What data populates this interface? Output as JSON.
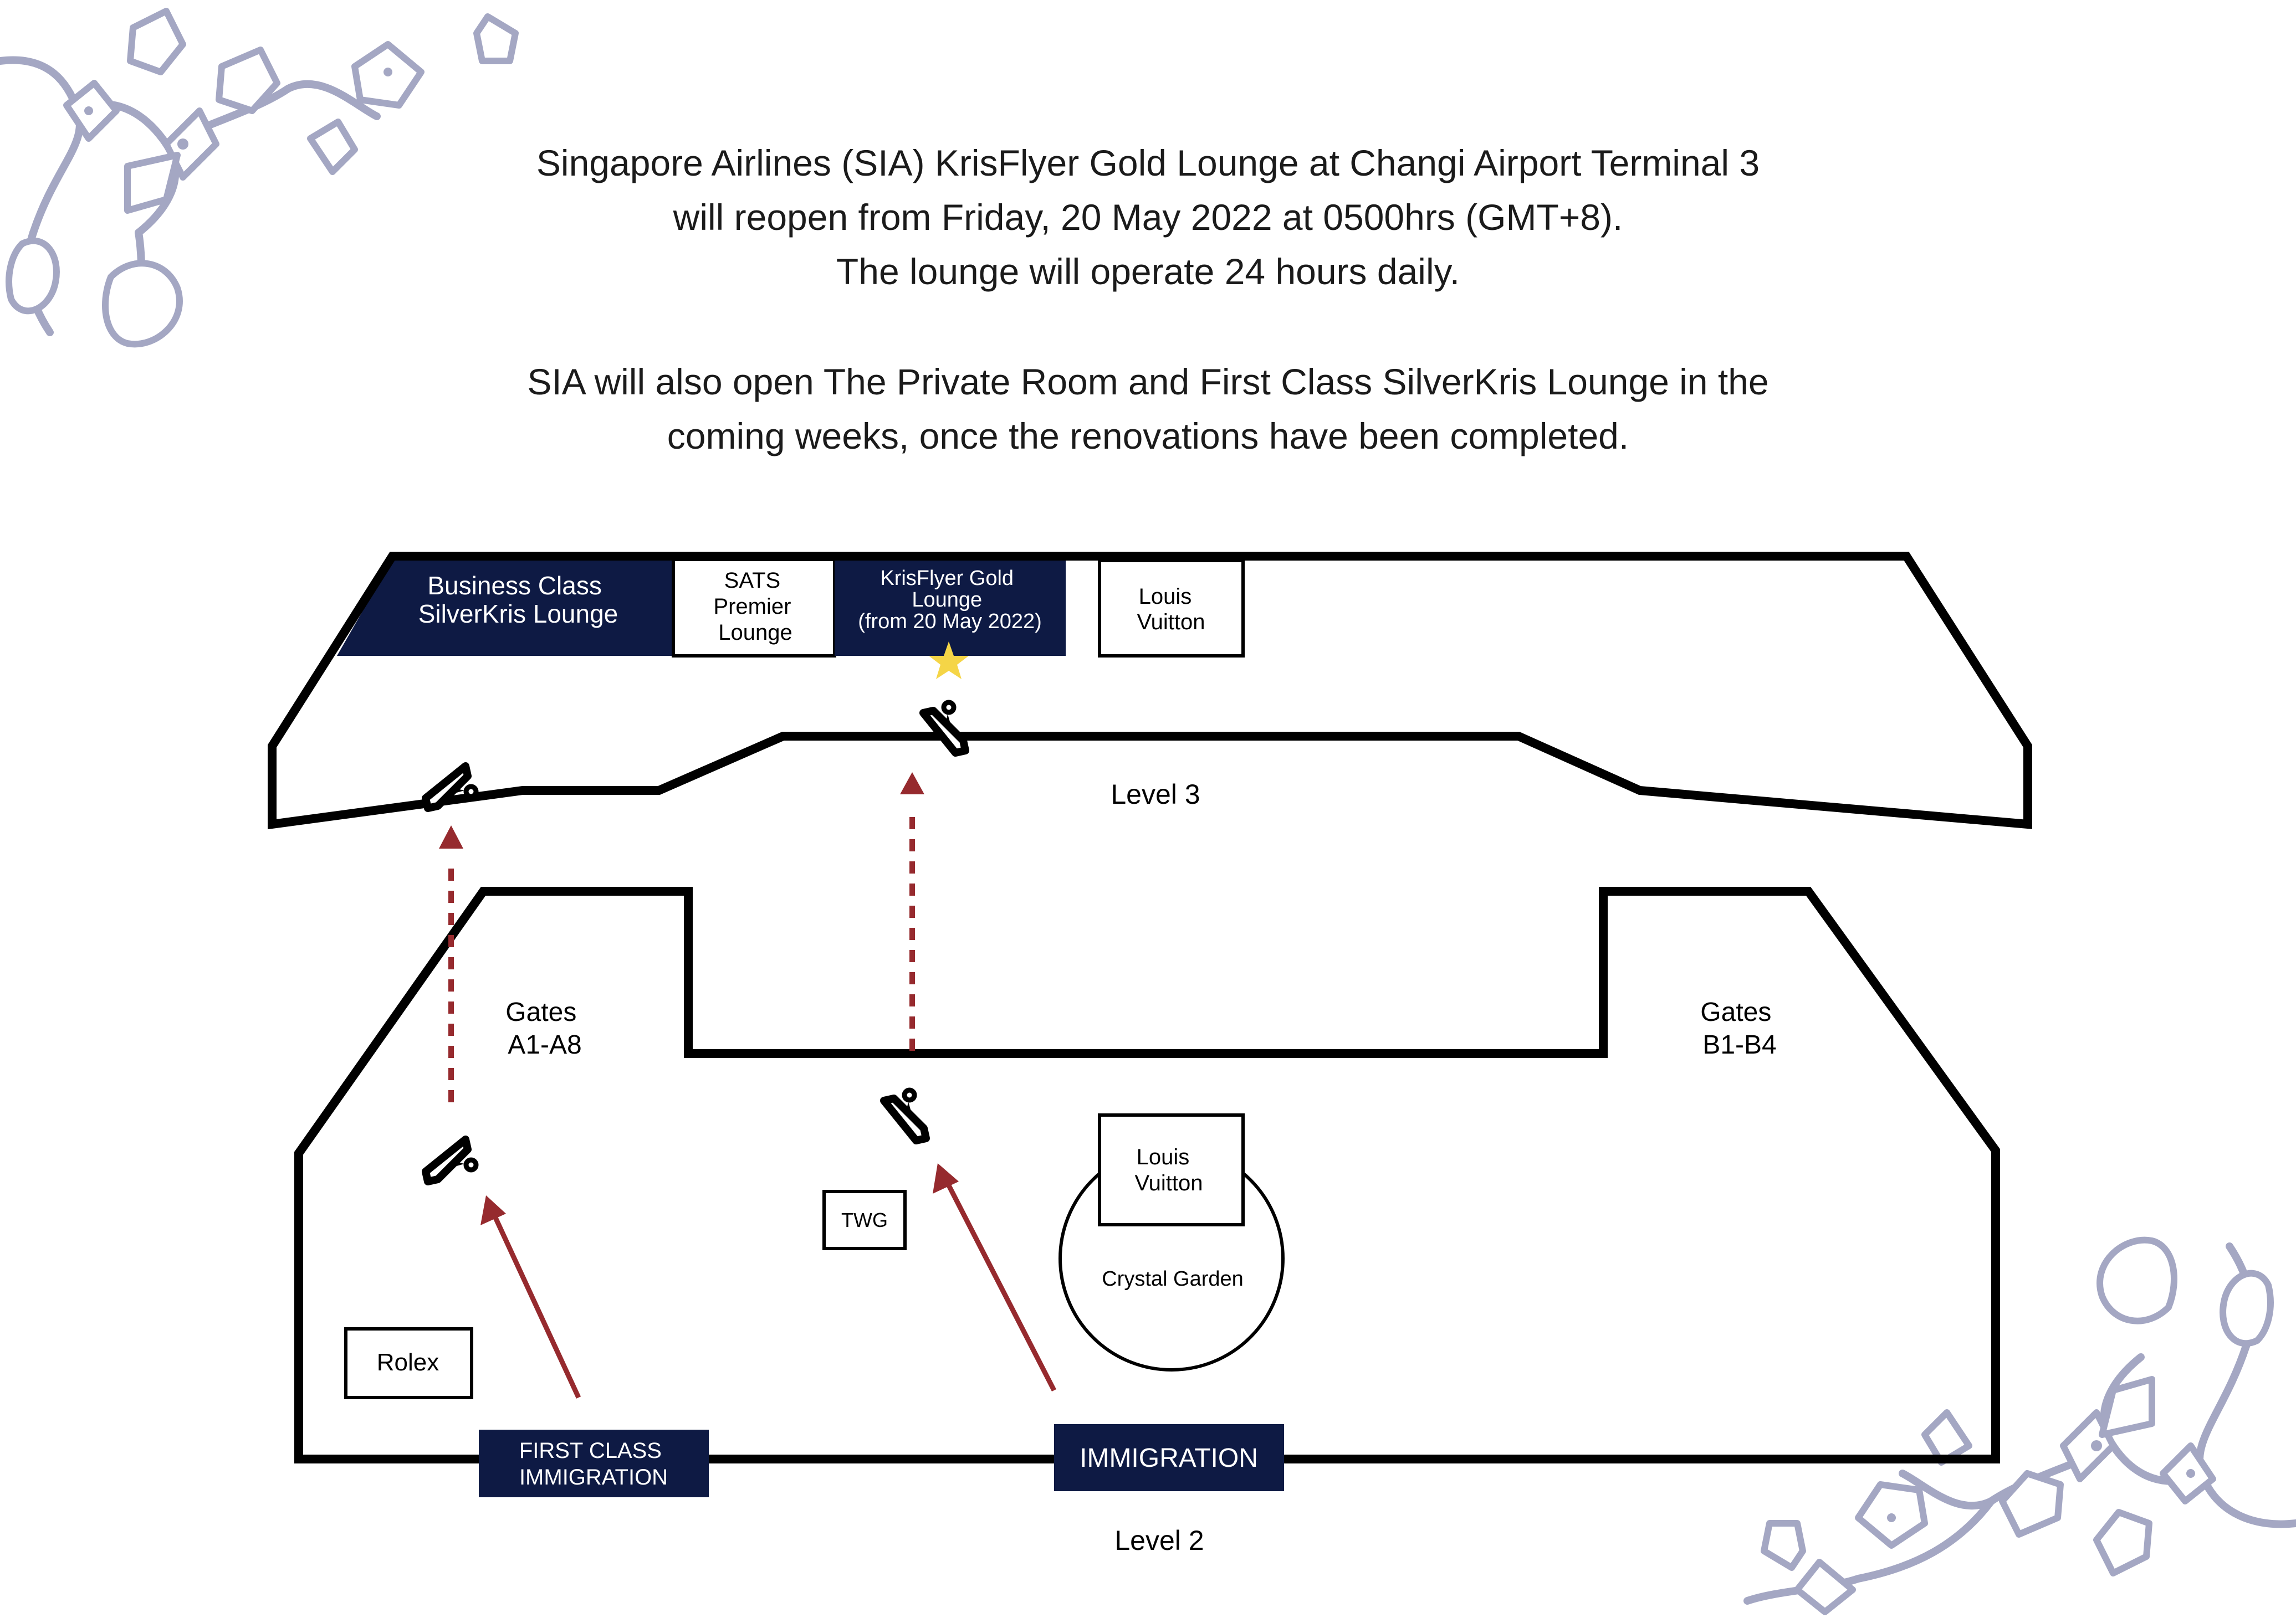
{
  "announcement": {
    "paragraph1": [
      "Singapore Airlines (SIA) KrisFlyer Gold Lounge at Changi Airport Terminal 3",
      "will reopen from Friday, 20 May 2022 at 0500hrs (GMT+8).",
      "The lounge will operate 24 hours daily."
    ],
    "paragraph2": [
      "SIA will also open The Private Room and First Class SilverKris Lounge in the",
      "coming weeks, once the renovations have been completed."
    ]
  },
  "colors": {
    "navy": "#0e1a44",
    "arrow_red": "#962a2e",
    "star_gold": "#f5d547",
    "outline": "#000000",
    "floral": "#a4a7c3"
  },
  "level3": {
    "label": "Level 3",
    "lounges": [
      {
        "name": "business-class-silverkris-lounge",
        "lines": [
          "Business Class",
          "SilverKris Lounge"
        ],
        "style": "navy"
      },
      {
        "name": "sats-premier-lounge",
        "lines": [
          "SATS",
          "Premier",
          "Lounge"
        ],
        "style": "white"
      },
      {
        "name": "krisflyer-gold-lounge",
        "lines": [
          "KrisFlyer Gold",
          "Lounge",
          "(from 20 May 2022)"
        ],
        "style": "navy",
        "highlight": "star-icon"
      }
    ],
    "shops": [
      {
        "name": "louis-vuitton-l3",
        "lines": [
          "Louis",
          "Vuitton"
        ]
      }
    ]
  },
  "level2": {
    "label": "Level 2",
    "gates": [
      {
        "name": "gates-a",
        "lines": [
          "Gates",
          "A1-A8"
        ]
      },
      {
        "name": "gates-b",
        "lines": [
          "Gates",
          "B1-B4"
        ]
      }
    ],
    "shops": [
      {
        "name": "twg",
        "lines": [
          "TWG"
        ]
      },
      {
        "name": "louis-vuitton-l2",
        "lines": [
          "Louis",
          "Vuitton"
        ]
      },
      {
        "name": "rolex",
        "lines": [
          "Rolex"
        ]
      }
    ],
    "garden": {
      "name": "crystal-garden",
      "label": "Crystal Garden"
    },
    "immigration": [
      {
        "name": "first-class-immigration",
        "lines": [
          "FIRST CLASS",
          "IMMIGRATION"
        ]
      },
      {
        "name": "immigration",
        "lines": [
          "IMMIGRATION"
        ]
      }
    ]
  },
  "icons": {
    "escalator": "escalator-icon",
    "star": "star-icon",
    "arrow_up": "arrow-up-icon"
  }
}
